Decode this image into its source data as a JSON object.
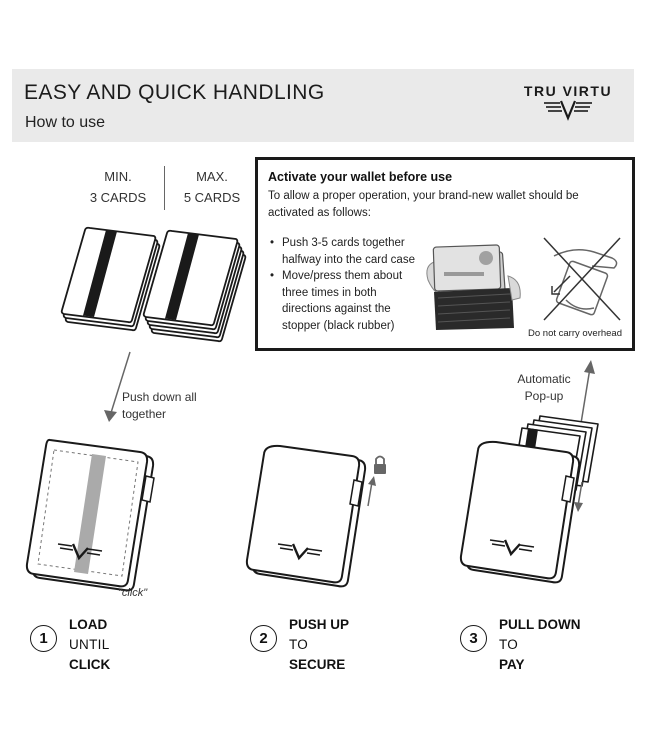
{
  "header": {
    "title": "EASY AND QUICK HANDLING",
    "subtitle": "How to use",
    "brand": "TRU VIRTU"
  },
  "cards": {
    "min_line1": "MIN.",
    "min_line2": "3 CARDS",
    "max_line1": "MAX.",
    "max_line2": "5 CARDS"
  },
  "activation": {
    "title": "Activate your wallet before use",
    "intro": "To allow a proper operation, your brand-new wallet should be activated as follows:",
    "bullets": [
      "Push 3-5 cards together halfway into the card case",
      "Move/press them about three times in both directions against the stopper (black rubber)"
    ],
    "warning": "Do not carry overhead"
  },
  "annotations": {
    "push_line1": "Push down all",
    "push_line2": "together",
    "popup_line1": "Automatic",
    "popup_line2": "Pop-up",
    "click": "\"click\""
  },
  "steps": [
    {
      "number": "1",
      "line1": "LOAD",
      "line2": "UNTIL",
      "line3": "CLICK"
    },
    {
      "number": "2",
      "line1": "PUSH UP",
      "line2": "TO",
      "line3": "SECURE"
    },
    {
      "number": "3",
      "line1": "PULL DOWN",
      "line2": "TO",
      "line3": "PAY"
    }
  ],
  "colors": {
    "header_bg": "#eaeaea",
    "ink": "#1a1a1a",
    "arrow": "#666666"
  }
}
